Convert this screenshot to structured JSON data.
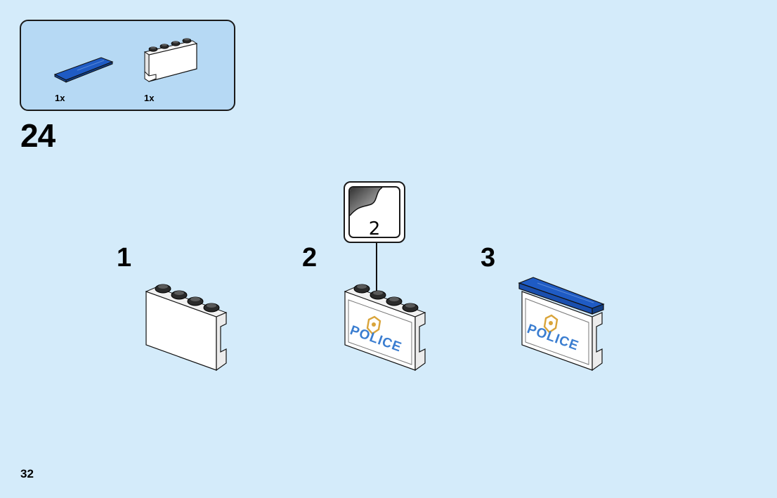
{
  "parts_list": {
    "items": [
      {
        "name": "blue-tile-1x4",
        "qty": "1x",
        "color": "#1f5bc4"
      },
      {
        "name": "white-panel-1x4x2",
        "qty": "1x",
        "color": "#ffffff"
      }
    ]
  },
  "step": {
    "number": "24",
    "sub_steps": [
      "1",
      "2",
      "3"
    ],
    "sticker_callout": {
      "qty": "2",
      "icon": "sticker-sheet-icon"
    },
    "sticker_text": "POLICE"
  },
  "page": {
    "number": "32"
  },
  "colors": {
    "background": "#d4ebfa",
    "parts_box": "#b6d9f4",
    "brick_blue": "#1f5bc4",
    "police_text": "#3a7dd0",
    "badge_gold": "#d9a43a"
  }
}
